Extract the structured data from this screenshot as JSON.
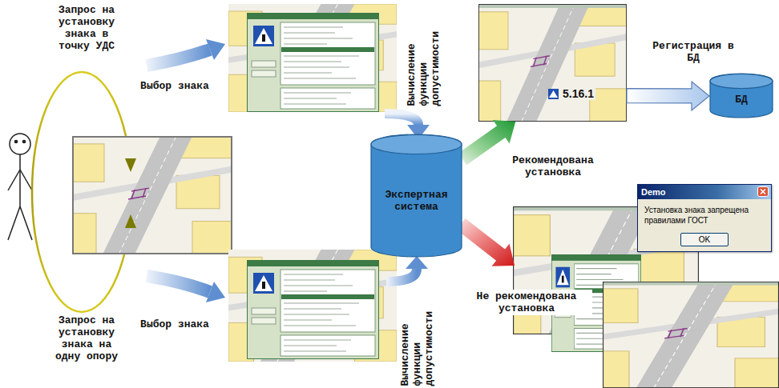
{
  "diagram": {
    "nodes": [
      {
        "text": [
          "Экспертная система"
        ]
      },
      {
        "text": [
          "5.16.1"
        ]
      },
      {
        "text": [
          "БД"
        ]
      },
      {
        "text": [
          "Demo",
          "Установка знака запрещена правилами ГОСТ",
          "OK"
        ]
      }
    ],
    "edges": [
      {
        "from": 0,
        "to": 1,
        "arrow": "to",
        "label": "Рекомендована установка"
      },
      {
        "from": 1,
        "to": 2,
        "arrow": "to",
        "label": "Регистрация в БД"
      }
    ],
    "labels": [
      "Запрос на установку знака в точку УДС",
      "Выбор знака",
      "Вычисление функции допустимости",
      "Запрос на установку знака на одну опору",
      "Выбор знака",
      "Вычисление функции допустимости",
      "Не рекомендована установка"
    ]
  }
}
